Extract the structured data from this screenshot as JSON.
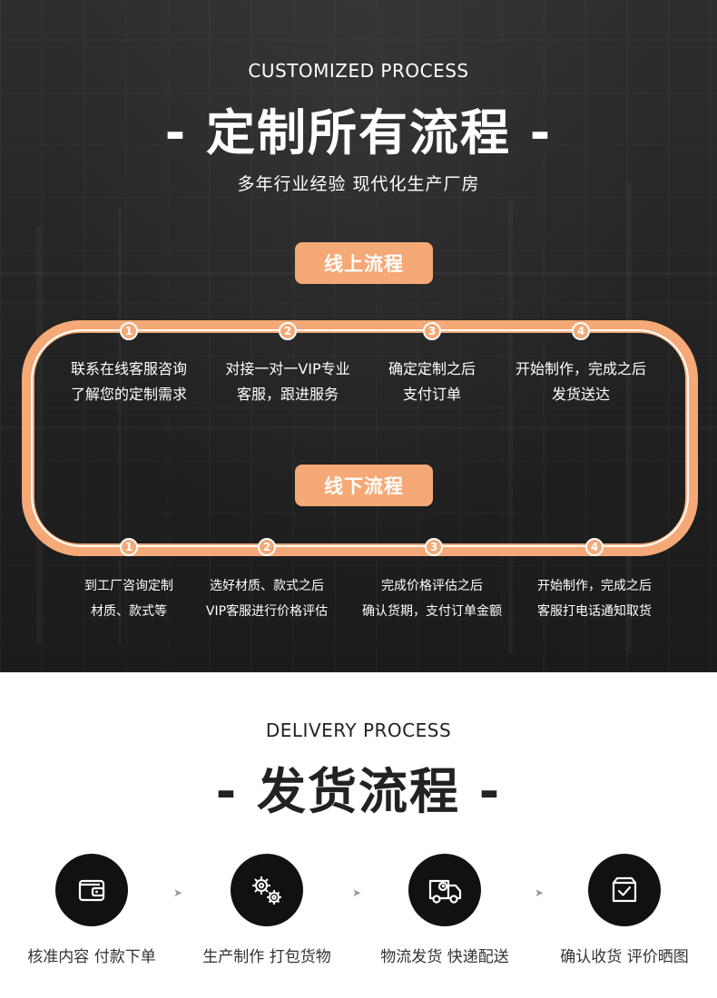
{
  "customized": {
    "en_title": "CUSTOMIZED PROCESS",
    "cn_title": "- 定制所有流程 -",
    "subtitle": "多年行业经验 现代化生产厂房",
    "online_label": "线上流程",
    "offline_label": "线下流程",
    "online_steps": [
      {
        "num": "1",
        "line1": "联系在线客服咨询",
        "line2": "了解您的定制需求"
      },
      {
        "num": "2",
        "line1": "对接一对一VIP专业",
        "line2": "客服，跟进服务"
      },
      {
        "num": "3",
        "line1": "确定定制之后",
        "line2": "支付订单"
      },
      {
        "num": "4",
        "line1": "开始制作，完成之后",
        "line2": "发货送达"
      }
    ],
    "offline_steps": [
      {
        "num": "1",
        "line1": "到工厂咨询定制",
        "line2": "材质、款式等"
      },
      {
        "num": "2",
        "line1": "选好材质、款式之后",
        "line2": "VIP客服进行价格评估"
      },
      {
        "num": "3",
        "line1": "完成价格评估之后",
        "line2": "确认货期，支付订单金额"
      },
      {
        "num": "4",
        "line1": "开始制作，完成之后",
        "line2": "客服打电话通知取货"
      }
    ],
    "accent_color": "#f4a977"
  },
  "delivery": {
    "en_title": "DELIVERY PROCESS",
    "cn_title": "- 发货流程 -",
    "arrow": "➤",
    "steps": [
      {
        "icon": "wallet-icon",
        "label": "核准内容 付款下单"
      },
      {
        "icon": "gears-icon",
        "label": "生产制作 打包货物"
      },
      {
        "icon": "truck-icon",
        "label": "物流发货 快递配送"
      },
      {
        "icon": "box-check-icon",
        "label": "确认收货 评价晒图"
      }
    ]
  }
}
